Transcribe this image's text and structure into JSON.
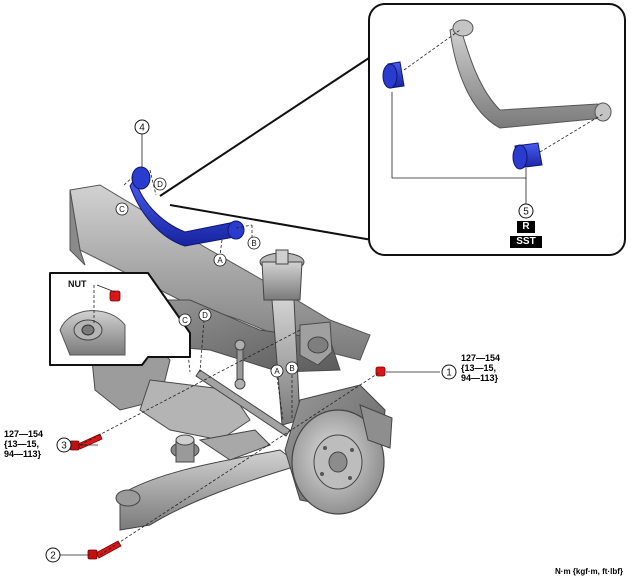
{
  "callouts": {
    "c1": "1",
    "c2": "2",
    "c3": "3",
    "c4": "4",
    "c5": "5",
    "A": "A",
    "B": "B",
    "C": "C",
    "D": "D"
  },
  "torque": {
    "right": "127—154\n{13—15,\n94—113}",
    "left": "127—154\n{13—15,\n94—113}"
  },
  "inset": {
    "nut_label": "NUT"
  },
  "badges": {
    "r": "R",
    "sst": "SST"
  },
  "units": "N·m {kgf·m, ft·lbf}",
  "colors": {
    "highlight_blue": "#2236c8",
    "bolt_red": "#d81818",
    "part_gray": "#a4a4a4"
  }
}
